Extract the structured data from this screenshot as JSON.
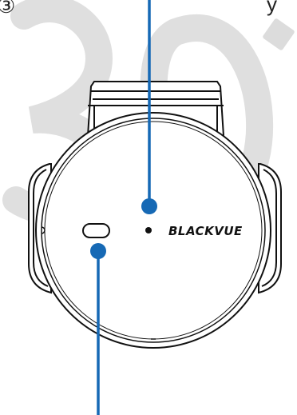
{
  "brand": {
    "logo_text": "BLACKVUE"
  },
  "top_fragment": {
    "left_char": "③",
    "right_char": "y"
  },
  "watermark": {
    "text": "30",
    "color": "#d9d9d9"
  },
  "colors": {
    "callout_line": "#1669b5",
    "callout_dot": "#1669b5",
    "device_outline": "#111111",
    "device_fill": "#ffffff"
  },
  "callouts": [
    {
      "name": "upper-callout",
      "target": "indicator-led"
    },
    {
      "name": "lower-callout",
      "target": "button-slot"
    }
  ]
}
